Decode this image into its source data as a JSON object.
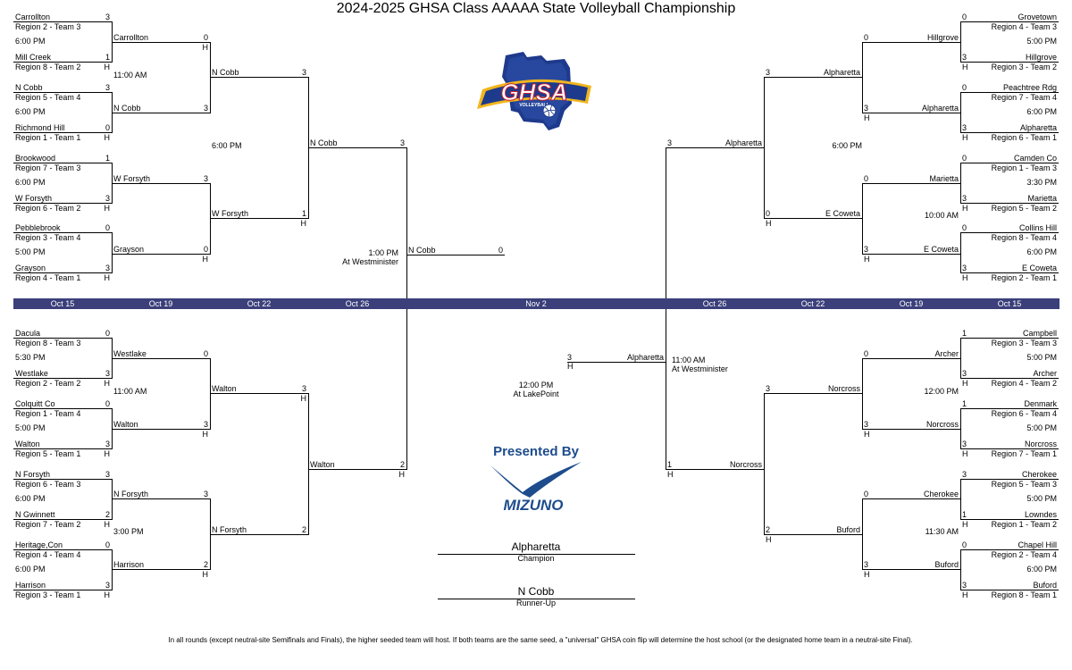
{
  "title": "2024-2025 GHSA Class AAAAA State Volleyball Championship",
  "dates": [
    "Oct 15",
    "Oct 19",
    "Oct 22",
    "Oct 26",
    "Nov 2",
    "Oct 26",
    "Oct 22",
    "Oct 19",
    "Oct 15"
  ],
  "r1_left": [
    {
      "team": "Carrollton",
      "score": "3",
      "region": "Region 2 -  Team 3",
      "home": ""
    },
    {
      "team": "Mill Creek",
      "score": "1",
      "region": "Region 8 -  Team 2",
      "home": "H"
    },
    {
      "team": "N Cobb",
      "score": "3",
      "region": "Region 5 -  Team 4",
      "home": ""
    },
    {
      "team": "Richmond Hill",
      "score": "0",
      "region": "Region 1 -  Team 1",
      "home": "H"
    },
    {
      "team": "Brookwood",
      "score": "1",
      "region": "Region 7 -  Team 3",
      "home": ""
    },
    {
      "team": "W Forsyth",
      "score": "3",
      "region": "Region 6 -  Team 2",
      "home": "H"
    },
    {
      "team": "Pebblebrook",
      "score": "0",
      "region": "Region 3 -  Team 4",
      "home": ""
    },
    {
      "team": "Grayson",
      "score": "3",
      "region": "Region 4 -  Team 1",
      "home": "H"
    },
    {
      "team": "Dacula",
      "score": "0",
      "region": "Region 8 -  Team 3",
      "home": ""
    },
    {
      "team": "Westlake",
      "score": "3",
      "region": "Region 2 -  Team 2",
      "home": "H"
    },
    {
      "team": "Colquitt Co",
      "score": "0",
      "region": "Region 1 -  Team 4",
      "home": ""
    },
    {
      "team": "Walton",
      "score": "3",
      "region": "Region 5 -  Team 1",
      "home": "H"
    },
    {
      "team": "N Forsyth",
      "score": "3",
      "region": "Region 6 -  Team 3",
      "home": ""
    },
    {
      "team": "N Gwinnett",
      "score": "2",
      "region": "Region 7 -  Team 2",
      "home": "H"
    },
    {
      "team": "Heritage,Con",
      "score": "0",
      "region": "Region 4 -  Team 4",
      "home": ""
    },
    {
      "team": "Harrison",
      "score": "3",
      "region": "Region 3 -  Team 1",
      "home": "H"
    }
  ],
  "r1_left_times": [
    "6:00 PM",
    "6:00 PM",
    "6:00 PM",
    "5:00 PM",
    "5:30 PM",
    "5:00 PM",
    "6:00 PM",
    "6:00 PM"
  ],
  "r1_right": [
    {
      "team": "Grovetown",
      "score": "0",
      "region": "Region 4 -  Team 3",
      "home": ""
    },
    {
      "team": "Hillgrove",
      "score": "3",
      "region": "Region 3 -  Team 2",
      "home": "H"
    },
    {
      "team": "Peachtree Rdg",
      "score": "0",
      "region": "Region 7 -  Team 4",
      "home": ""
    },
    {
      "team": "Alpharetta",
      "score": "3",
      "region": "Region 6 -  Team 1",
      "home": "H"
    },
    {
      "team": "Camden Co",
      "score": "0",
      "region": "Region 1 -  Team 3",
      "home": ""
    },
    {
      "team": "Marietta",
      "score": "3",
      "region": "Region 5 -  Team 2",
      "home": "H"
    },
    {
      "team": "Collins Hill",
      "score": "0",
      "region": "Region 8 -  Team 4",
      "home": ""
    },
    {
      "team": "E Coweta",
      "score": "3",
      "region": "Region 2 -  Team 1",
      "home": "H"
    },
    {
      "team": "Campbell",
      "score": "1",
      "region": "Region 3 -  Team 3",
      "home": ""
    },
    {
      "team": "Archer",
      "score": "3",
      "region": "Region 4 -  Team 2",
      "home": "H"
    },
    {
      "team": "Denmark",
      "score": "1",
      "region": "Region 6 -  Team 4",
      "home": ""
    },
    {
      "team": "Norcross",
      "score": "3",
      "region": "Region 7 -  Team 1",
      "home": "H"
    },
    {
      "team": "Cherokee",
      "score": "3",
      "region": "Region 5 -  Team 3",
      "home": ""
    },
    {
      "team": "Lowndes",
      "score": "1",
      "region": "Region 1 -  Team 2",
      "home": "H"
    },
    {
      "team": "Chapel Hill",
      "score": "0",
      "region": "Region 2 -  Team 4",
      "home": ""
    },
    {
      "team": "Buford",
      "score": "3",
      "region": "Region 8 -  Team 1",
      "home": "H"
    }
  ],
  "r1_right_times": [
    "5:00 PM",
    "6:00 PM",
    "3:30 PM",
    "6:00 PM",
    "5:00 PM",
    "5:00 PM",
    "5:00 PM",
    "6:00 PM"
  ],
  "r2_left": [
    {
      "team": "Carrollton",
      "score": "0",
      "home": "H"
    },
    {
      "team": "N Cobb",
      "score": "3",
      "home": ""
    },
    {
      "team": "W Forsyth",
      "score": "3",
      "home": ""
    },
    {
      "team": "Grayson",
      "score": "0",
      "home": "H"
    },
    {
      "team": "Westlake",
      "score": "0",
      "home": ""
    },
    {
      "team": "Walton",
      "score": "3",
      "home": "H"
    },
    {
      "team": "N Forsyth",
      "score": "3",
      "home": ""
    },
    {
      "team": "Harrison",
      "score": "2",
      "home": "H"
    }
  ],
  "r2_left_times": [
    "11:00 AM",
    "11:00 AM",
    "3:00 PM"
  ],
  "r2_right": [
    {
      "team": "Hillgrove",
      "score": "0",
      "home": ""
    },
    {
      "team": "Alpharetta",
      "score": "3",
      "home": "H"
    },
    {
      "team": "Marietta",
      "score": "0",
      "home": ""
    },
    {
      "team": "E Coweta",
      "score": "3",
      "home": "H"
    },
    {
      "team": "Archer",
      "score": "0",
      "home": ""
    },
    {
      "team": "Norcross",
      "score": "3",
      "home": "H"
    },
    {
      "team": "Cherokee",
      "score": "0",
      "home": ""
    },
    {
      "team": "Buford",
      "score": "3",
      "home": "H"
    }
  ],
  "r2_right_times": [
    "10:00 AM",
    "12:00 PM",
    "11:30 AM"
  ],
  "r3_left": [
    {
      "team": "N Cobb",
      "score": "3",
      "home": ""
    },
    {
      "team": "W Forsyth",
      "score": "1",
      "home": "H"
    },
    {
      "team": "Walton",
      "score": "3",
      "home": "H"
    },
    {
      "team": "N Forsyth",
      "score": "2",
      "home": ""
    }
  ],
  "r3_left_times": [
    "6:00 PM"
  ],
  "r3_right": [
    {
      "team": "Alpharetta",
      "score": "3",
      "home": ""
    },
    {
      "team": "E Coweta",
      "score": "0",
      "home": "H"
    },
    {
      "team": "Norcross",
      "score": "3",
      "home": ""
    },
    {
      "team": "Buford",
      "score": "2",
      "home": "H"
    }
  ],
  "r3_right_times": [
    "6:00 PM"
  ],
  "semis": {
    "left_top": {
      "team": "N Cobb",
      "score": "3"
    },
    "left_bottom": {
      "team": "Walton",
      "score": "2",
      "home": "H"
    },
    "right_top": {
      "team": "Alpharetta",
      "score": "3"
    },
    "right_bottom": {
      "team": "Norcross",
      "score": "1",
      "home": "H"
    },
    "left_time": "1:00 PM",
    "left_venue": "At Westminister",
    "right_time": "11:00 AM",
    "right_venue": "At Westminister"
  },
  "final": {
    "left": {
      "team": "N Cobb",
      "score": "0"
    },
    "right": {
      "team": "Alpharetta",
      "score": "3",
      "home": "H"
    },
    "time": "12:00 PM",
    "venue": "At LakePoint"
  },
  "champion": {
    "name": "Alpharetta",
    "label": "Champion"
  },
  "runner_up": {
    "name": "N Cobb",
    "label": "Runner-Up"
  },
  "presented_by": "Presented By",
  "ghsa_logo": {
    "text": "GHSA",
    "sub": "VOLLEYBALL"
  },
  "sponsor": "MIZUNO",
  "footnote": "In all rounds (except neutral-site Semifinals and Finals), the higher seeded team will host. If both teams are the same seed, a \"universal\" GHSA coin flip will determine the host school (or the designated home team in a neutral-site Final).",
  "colors": {
    "date_bar": "#3b3f7a",
    "ghsa_blue": "#1e3a8c",
    "ghsa_gold": "#f2b51c",
    "ghsa_red": "#c8202e",
    "mizuno_blue": "#1e4c8c"
  }
}
